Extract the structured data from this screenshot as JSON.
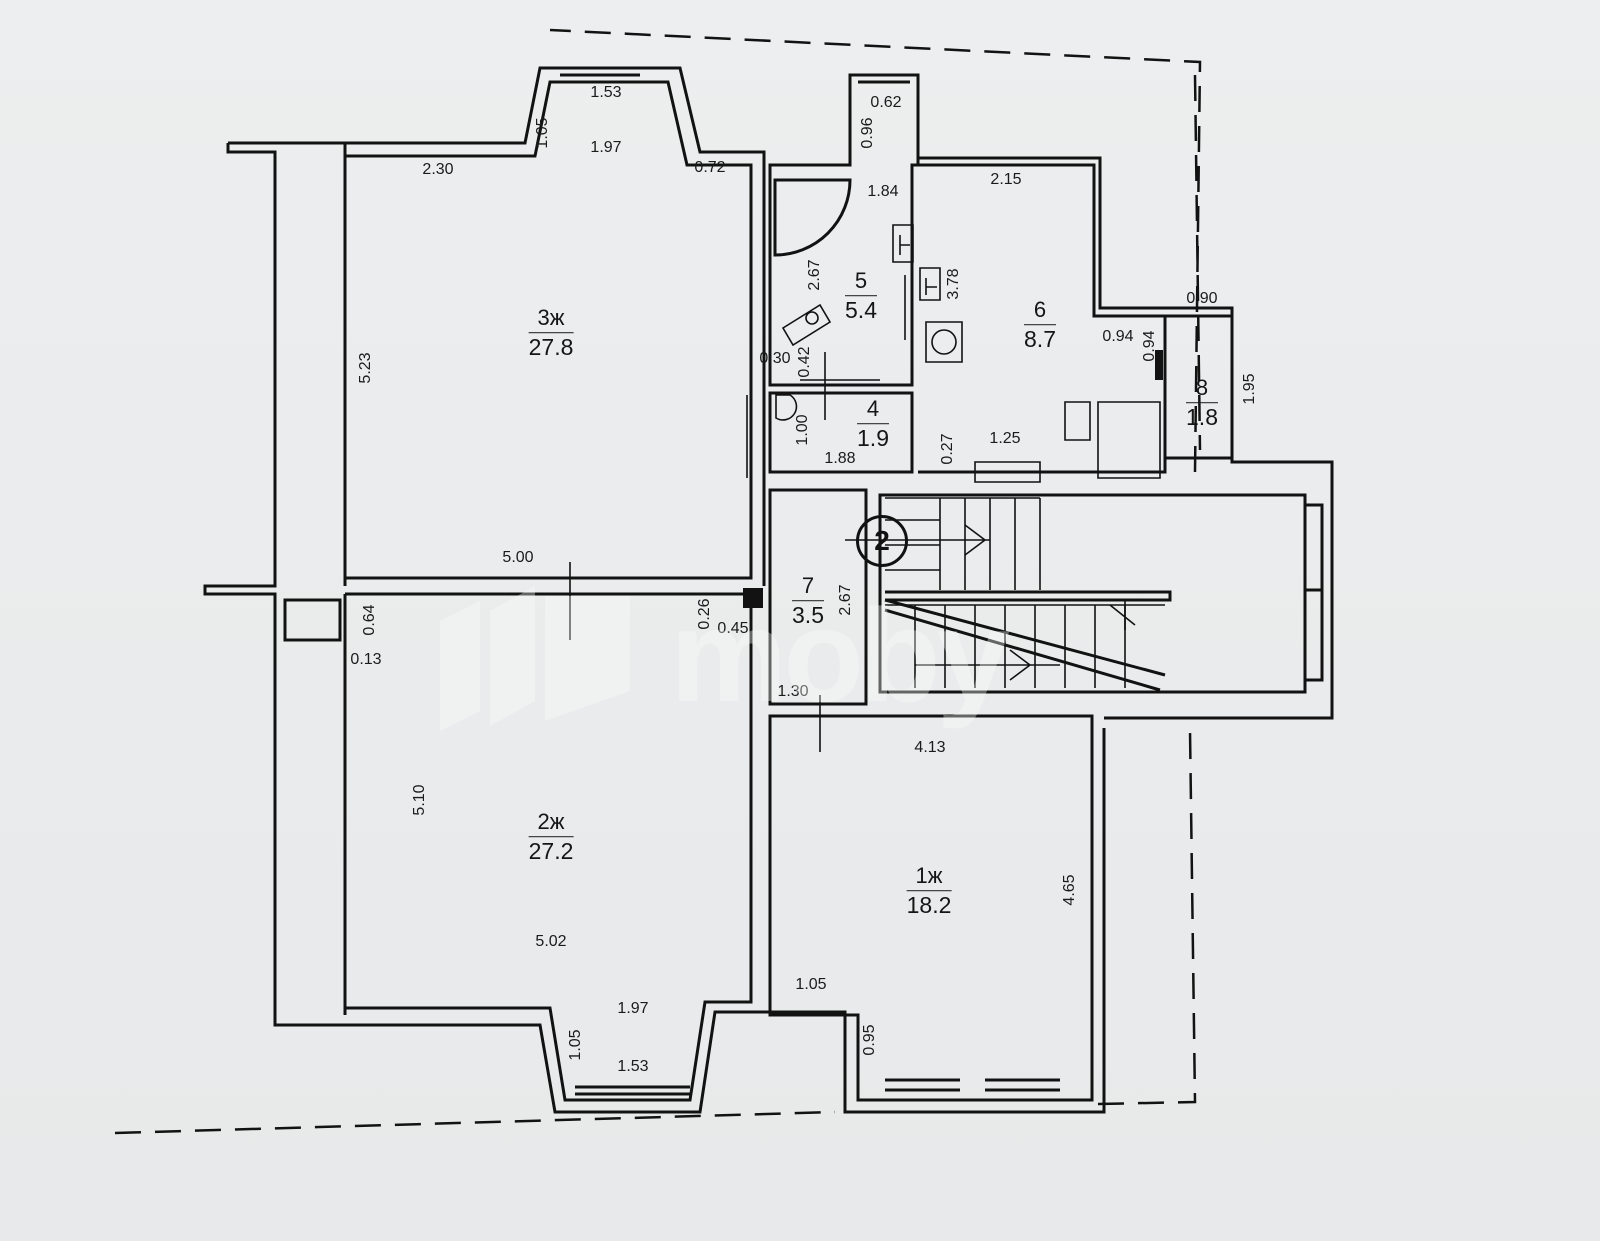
{
  "rooms": [
    {
      "number": "3ж",
      "area": "27.8"
    },
    {
      "number": "2ж",
      "area": "27.2"
    },
    {
      "number": "1ж",
      "area": "18.2"
    },
    {
      "number": "5",
      "area": "5.4"
    },
    {
      "number": "4",
      "area": "1.9"
    },
    {
      "number": "6",
      "area": "8.7"
    },
    {
      "number": "7",
      "area": "3.5"
    },
    {
      "number": "8",
      "area": "1.8"
    }
  ],
  "dimensions": {
    "r3_top_window": "1.53",
    "r3_bay_side": "1.05",
    "r3_bay_depth": "1.97",
    "r3_top_left": "2.30",
    "r3_top_right": "0.72",
    "r3_height": "5.23",
    "r3_bottom": "5.00",
    "r5_top": "0.62",
    "r5_top_side": "0.96",
    "r5_width": "1.84",
    "r5_height": "2.67",
    "r5_small_a": "0.30",
    "r5_small_b": "0.42",
    "r6_top": "2.15",
    "r6_height": "3.78",
    "r6_notch_w": "0.94",
    "r6_notch_h": "0.94",
    "r6_bottom_small": "0.27",
    "r6_bottom": "1.25",
    "r8_top": "0.90",
    "r8_height": "1.95",
    "r4_height": "1.00",
    "r4_width": "1.88",
    "wall_064": "0.64",
    "wall_013": "0.13",
    "wall_026": "0.26",
    "wall_045": "0.45",
    "r7_height": "2.67",
    "r7_width": "1.30",
    "r2_height": "5.10",
    "r2_bottom": "5.02",
    "r2_bay_depth": "1.97",
    "r2_bay_side": "1.05",
    "r2_window": "1.53",
    "r1_top": "4.13",
    "r1_height": "4.65",
    "r1_bottom_left": "1.05",
    "r1_bottom_side": "0.95"
  },
  "stair_marker": "2",
  "watermark": "moby",
  "colors": {
    "line": "#121212",
    "paper": "#eceeef",
    "watermark": "#ffffff"
  }
}
